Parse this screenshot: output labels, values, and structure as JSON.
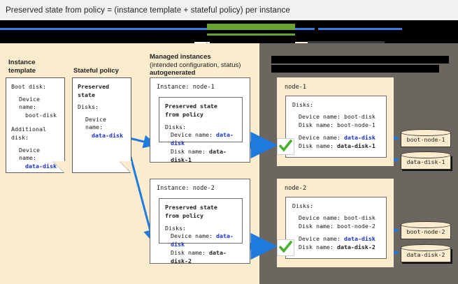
{
  "caption": {
    "text": "Preserved state from policy = (instance template + stateful policy) per instance"
  },
  "banner": {
    "redacted": true,
    "check_icon": "green-check-icon",
    "accent_blue": "#3b7ddd",
    "accent_green": "#6aa332",
    "accent_cream": "#fbeccd"
  },
  "colors": {
    "left_panel_bg": "#fbeccd",
    "right_panel_bg": "#6b6660",
    "link_blue": "#3b7ddd",
    "value_blue": "#1a32c8",
    "check_green": "#4caf2e"
  },
  "columns": {
    "instance_template": {
      "heading_line1": "Instance",
      "heading_line2": "template",
      "card": {
        "boot_disk_label": "Boot disk:",
        "boot_device_label": "Device name:",
        "boot_device_value": "boot-disk",
        "additional_label_line1": "Additional",
        "additional_label_line2": "disk:",
        "additional_device_label": "Device name:",
        "additional_device_value": "data-disk"
      }
    },
    "stateful_policy": {
      "heading": "Stateful policy",
      "card": {
        "title_line1": "Preserved",
        "title_line2": "state",
        "disks_label": "Disks:",
        "device_label": "Device name:",
        "device_value": "data-disk"
      }
    },
    "managed_instances": {
      "heading_line1": "Managed instances",
      "heading_line2": "(intended configuration, status)",
      "heading_line3": "autogenerated",
      "instances": [
        {
          "title": "Instance: node-1",
          "inner_title_line1": "Preserved state",
          "inner_title_line2": "from policy",
          "disks_label": "Disks:",
          "device_name_label": "Device name:",
          "device_name_value": "data-disk",
          "disk_name_label": "Disk name:",
          "disk_name_value": "data-disk-1"
        },
        {
          "title": "Instance: node-2",
          "inner_title_line1": "Preserved state",
          "inner_title_line2": "from policy",
          "disks_label": "Disks:",
          "device_name_label": "Device name:",
          "device_name_value": "data-disk",
          "disk_name_label": "Disk name:",
          "disk_name_value": "data-disk-2"
        }
      ]
    },
    "running_instances": {
      "heading_redacted": true,
      "nodes": [
        {
          "title": "node-1",
          "disks_label": "Disks:",
          "boot_device_label": "Device name:",
          "boot_device_value": "boot-disk",
          "boot_disk_label": "Disk name:",
          "boot_disk_value": "boot-node-1",
          "data_device_label": "Device name:",
          "data_device_value": "data-disk",
          "data_disk_label": "Disk name:",
          "data_disk_value": "data-disk-1",
          "check_icon": "green-check-icon",
          "volumes": [
            {
              "name": "boot-node-1",
              "emphasis": false
            },
            {
              "name": "data-disk-1",
              "emphasis": true
            }
          ]
        },
        {
          "title": "node-2",
          "disks_label": "Disks:",
          "boot_device_label": "Device name:",
          "boot_device_value": "boot-disk",
          "boot_disk_label": "Disk name:",
          "boot_disk_value": "boot-node-2",
          "data_device_label": "Device name:",
          "data_device_value": "data-disk",
          "data_disk_label": "Disk name:",
          "data_disk_value": "data-disk-2",
          "check_icon": "green-check-icon",
          "volumes": [
            {
              "name": "boot-node-2",
              "emphasis": false
            },
            {
              "name": "data-disk-2",
              "emphasis": true
            }
          ]
        }
      ]
    }
  }
}
